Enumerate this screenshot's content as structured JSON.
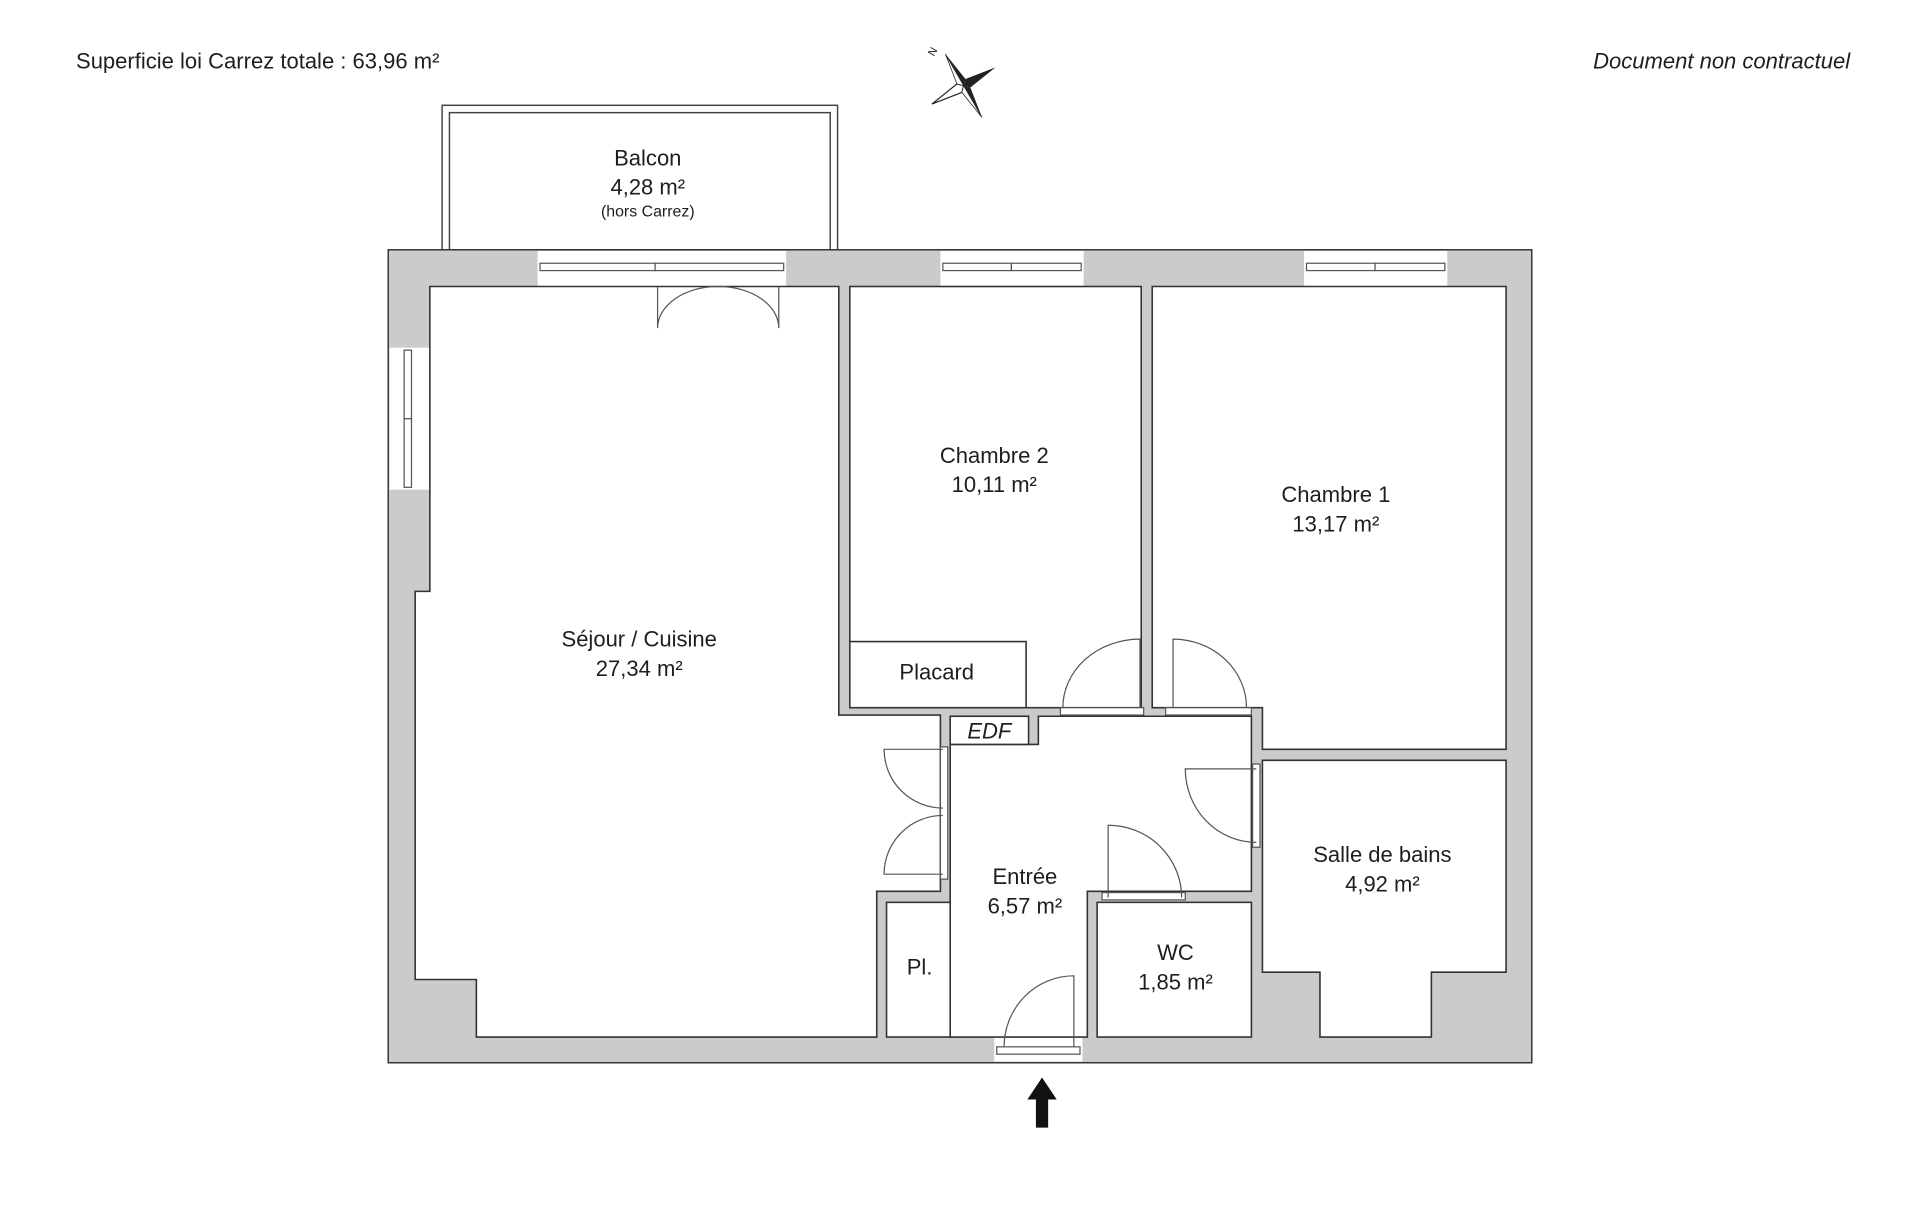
{
  "header": {
    "total_area": "Superficie loi Carrez totale : 63,96 m²",
    "disclaimer": "Document non contractuel",
    "compass_label": "N"
  },
  "rooms": {
    "balcon": {
      "name": "Balcon",
      "area": "4,28 m²",
      "note": "(hors Carrez)"
    },
    "sejour": {
      "name": "Séjour / Cuisine",
      "area": "27,34 m²"
    },
    "chambre2": {
      "name": "Chambre 2",
      "area": "10,11 m²"
    },
    "chambre1": {
      "name": "Chambre 1",
      "area": "13,17 m²"
    },
    "placard": {
      "name": "Placard"
    },
    "edf": {
      "name": "EDF"
    },
    "entree": {
      "name": "Entrée",
      "area": "6,57 m²"
    },
    "salle_de_bains": {
      "name": "Salle de bains",
      "area": "4,92 m²"
    },
    "wc": {
      "name": "WC",
      "area": "1,85 m²"
    },
    "pl": {
      "name": "Pl."
    }
  },
  "colors": {
    "wall": "#cbcbcb",
    "line": "#333333"
  }
}
